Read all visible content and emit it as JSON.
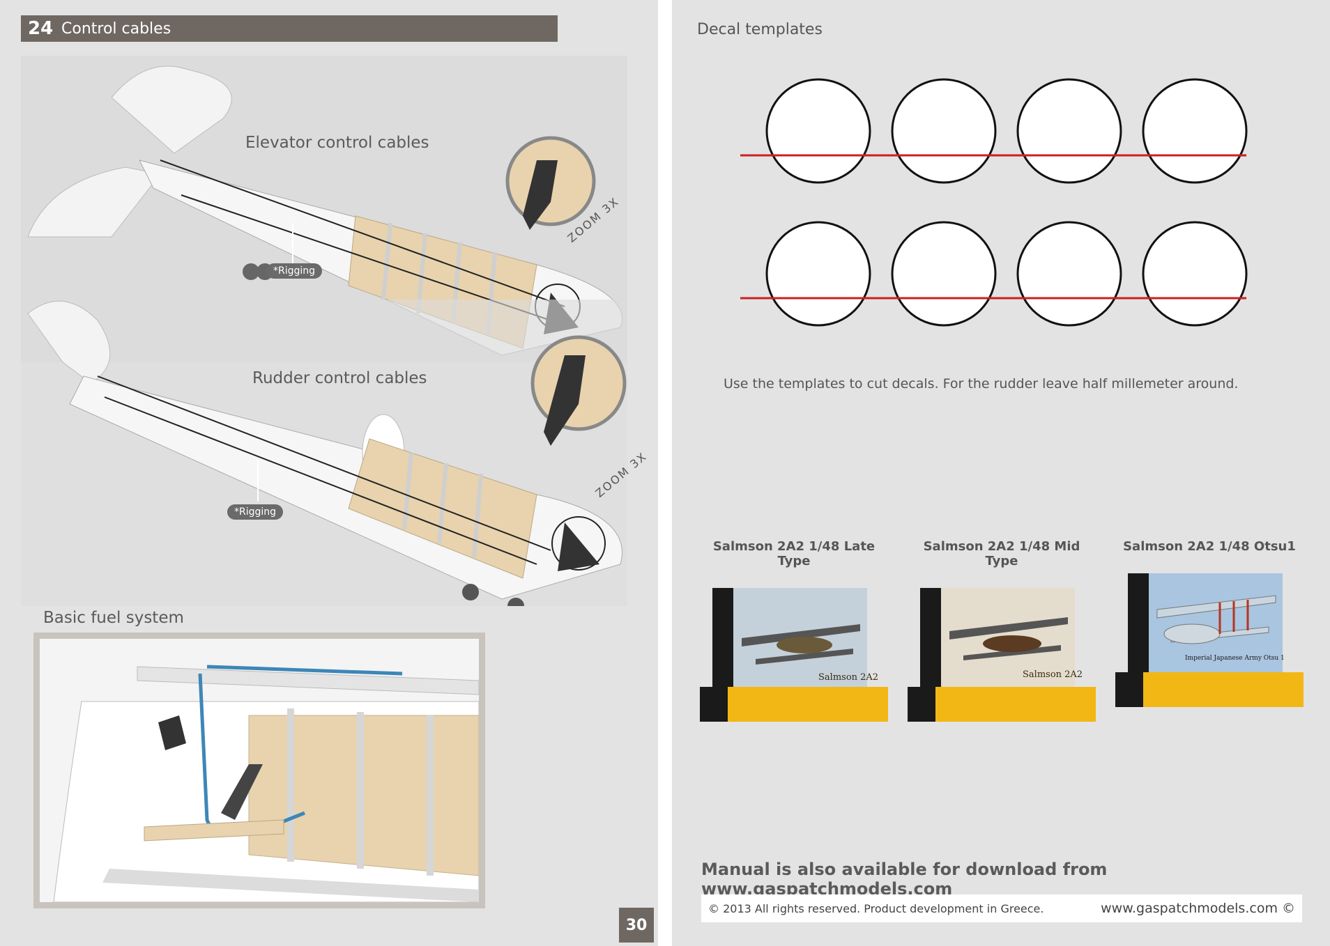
{
  "left": {
    "step_number": "24",
    "step_title": "Control cables",
    "elevator_title": "Elevator control cables",
    "rudder_title": "Rudder control cables",
    "rigging_label_1": "*Rigging",
    "rigging_label_2": "*Rigging",
    "zoom_label_1": "ZOOM 3X",
    "zoom_label_2": "ZOOM 3X",
    "fuel_title": "Basic fuel system",
    "page_number": "30"
  },
  "right": {
    "decal_title": "Decal templates",
    "decal_note": "Use the templates to cut decals. For the rudder leave half millemeter around.",
    "products": [
      {
        "name": "Salmson 2A2 1/48 Late Type",
        "box_script": "Salmson 2A2"
      },
      {
        "name": "Salmson 2A2 1/48 Mid Type",
        "box_script": "Salmson 2A2"
      },
      {
        "name": "Salmson 2A2 1/48 Otsu1",
        "box_script": "Imperial Japanese Army Otsu 1"
      }
    ],
    "download_text": "Manual is also available for download from www.gaspatchmodels.com",
    "copyright": "© 2013 All rights reserved. Product development in Greece.",
    "website": "www.gaspatchmodels.com ©"
  },
  "colors": {
    "header_bar": "#6f6862",
    "decal_line": "#cc1f1f",
    "fuel_line": "#3d86b8",
    "wood": "#e8d3ae"
  }
}
